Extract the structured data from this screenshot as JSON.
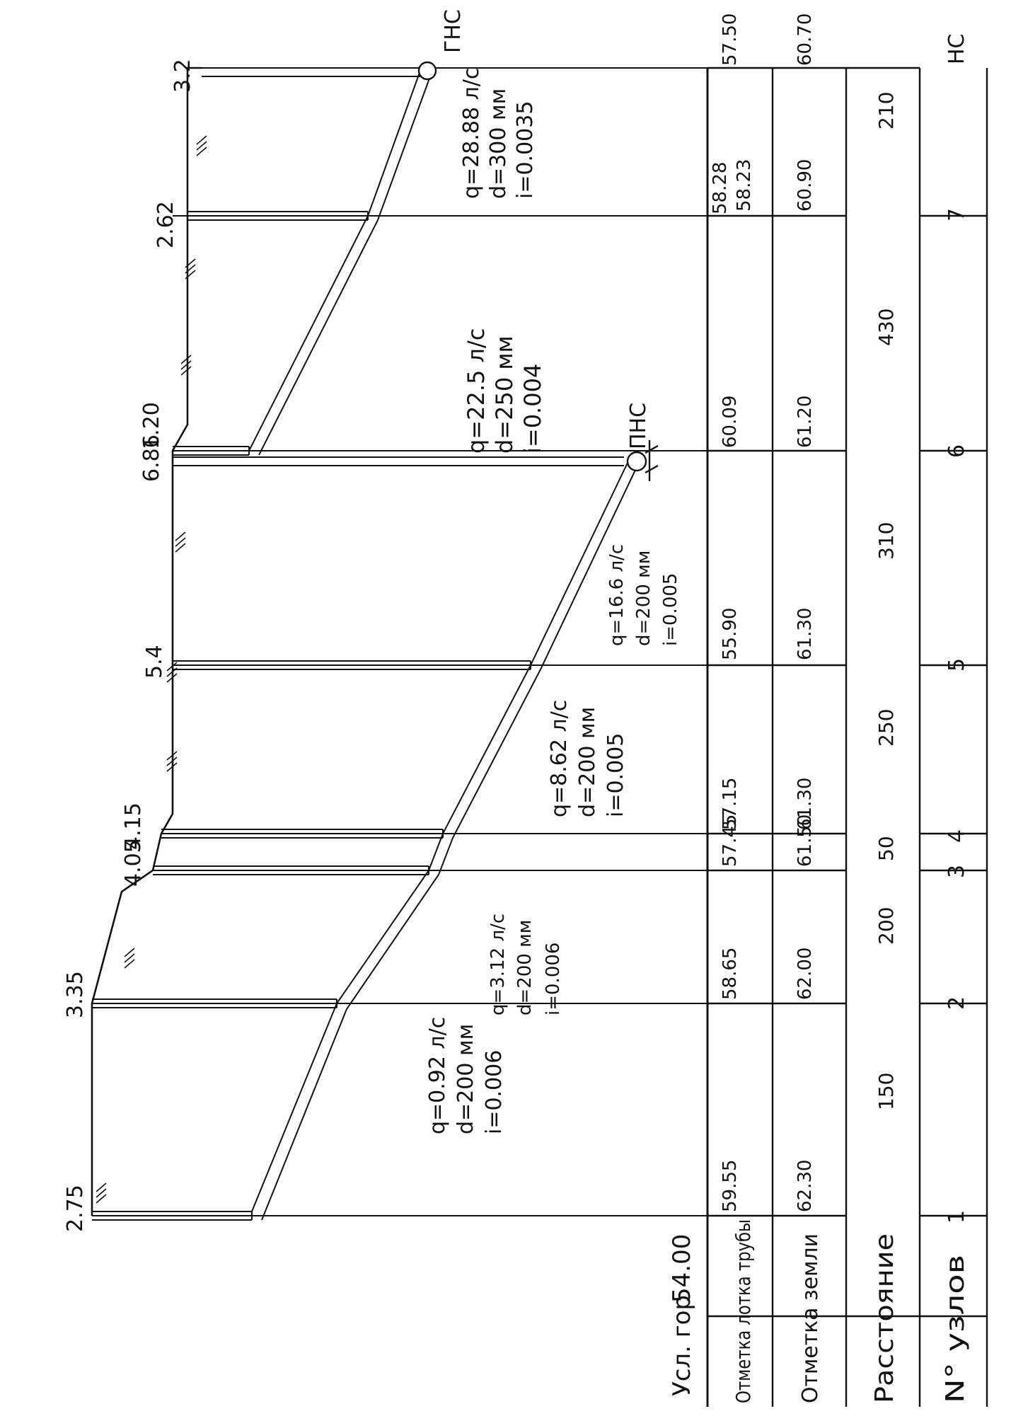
{
  "colors": {
    "ink": "#111111",
    "paper": "#ffffff"
  },
  "header": {
    "datum_label": "Усл. гор",
    "datum_value": "54.00"
  },
  "rows": {
    "invert": "Отметка лотка трубы",
    "ground": "Отметка земли",
    "distance": "Расстояние",
    "nodes": "N° узлов"
  },
  "stations": {
    "pns": "ПНС",
    "gns": "ГНС"
  },
  "depth_labels": [
    "2.75",
    "3.35",
    "4.05",
    "4.15",
    "5.4",
    "6.86",
    "1.20",
    "2.62",
    "3.2"
  ],
  "ground_elevations": [
    "62.30",
    "62.00",
    "61.50",
    "61.30",
    "61.30",
    "61.20",
    "60.90",
    "60.70"
  ],
  "invert_elevations": [
    "59.55",
    "58.65",
    "57.45",
    "57.15",
    "55.90",
    "60.09",
    "58.28",
    "58.23",
    "57.50"
  ],
  "distances": [
    "150",
    "200",
    "50",
    "250",
    "310",
    "430",
    "210"
  ],
  "node_numbers": [
    "1",
    "2",
    "3",
    "4",
    "5",
    "6",
    "7",
    "НС"
  ],
  "segments": [
    {
      "q": "q=0.92 л/с",
      "d": "d=200 мм",
      "i": "i=0.006"
    },
    {
      "q": "q=3.12 л/с",
      "d": "d=200 мм",
      "i": "i=0.006"
    },
    {
      "q": "q=8.62 л/с",
      "d": "d=200 мм",
      "i": "i=0.005"
    },
    {
      "q": "q=16.6 л/с",
      "d": "d=200 мм",
      "i": "i=0.005"
    },
    {
      "q": "q=22.5 л/с",
      "d": "d=250 мм",
      "i": "i=0.004"
    },
    {
      "q": "q=28.88 л/с",
      "d": "d=300 мм",
      "i": "i=0.0035"
    }
  ]
}
